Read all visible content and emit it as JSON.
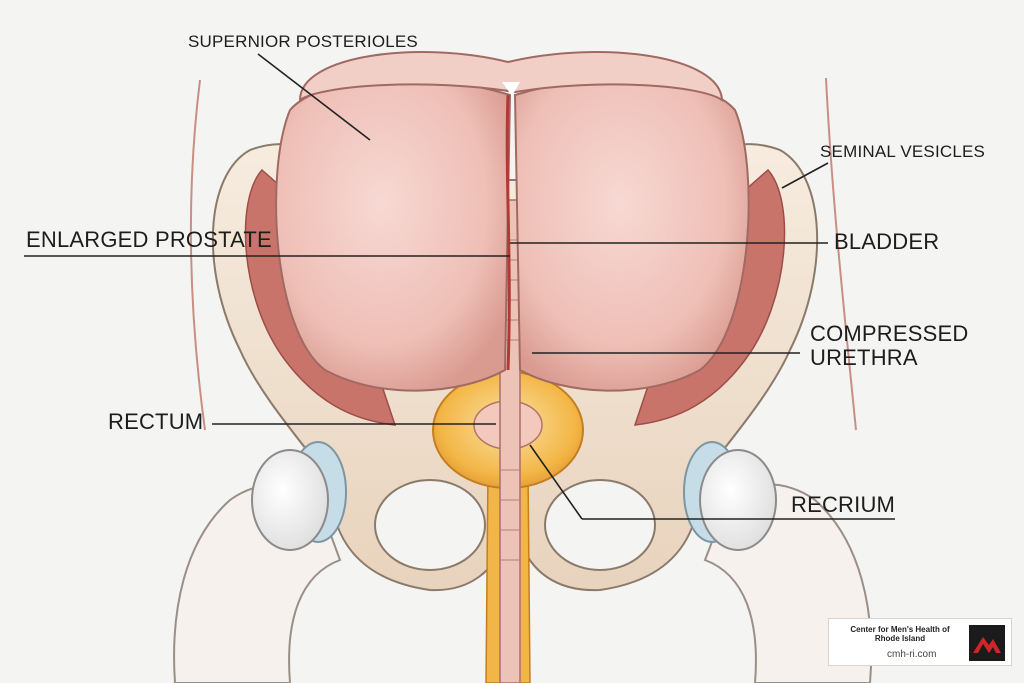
{
  "labels": {
    "superior_posterioles": "SUPERNIOR POSTERIOLES",
    "seminal_vesicles": "SEMINAL VESICLES",
    "enlarged_prostate": "ENLARGED PROSTATE",
    "bladder": "BLADDER",
    "compressed_urethra_line1": "COMPRESSED",
    "compressed_urethra_line2": "URETHRA",
    "rectum": "RECTUM",
    "recrium": "RECRIUM"
  },
  "credit": {
    "name": "Center for Men's Health of Rhode Island",
    "url": "cmh-ri.com"
  },
  "colors": {
    "background": "#f4f4f3",
    "tissue_pink": "#f0c3bb",
    "bone": "#f1e4d4",
    "cartilage_blue": "#c6dce6",
    "rectum_orange": "#f1b54a",
    "muscle_red": "#c9746b",
    "logo_red": "#d0242b"
  }
}
